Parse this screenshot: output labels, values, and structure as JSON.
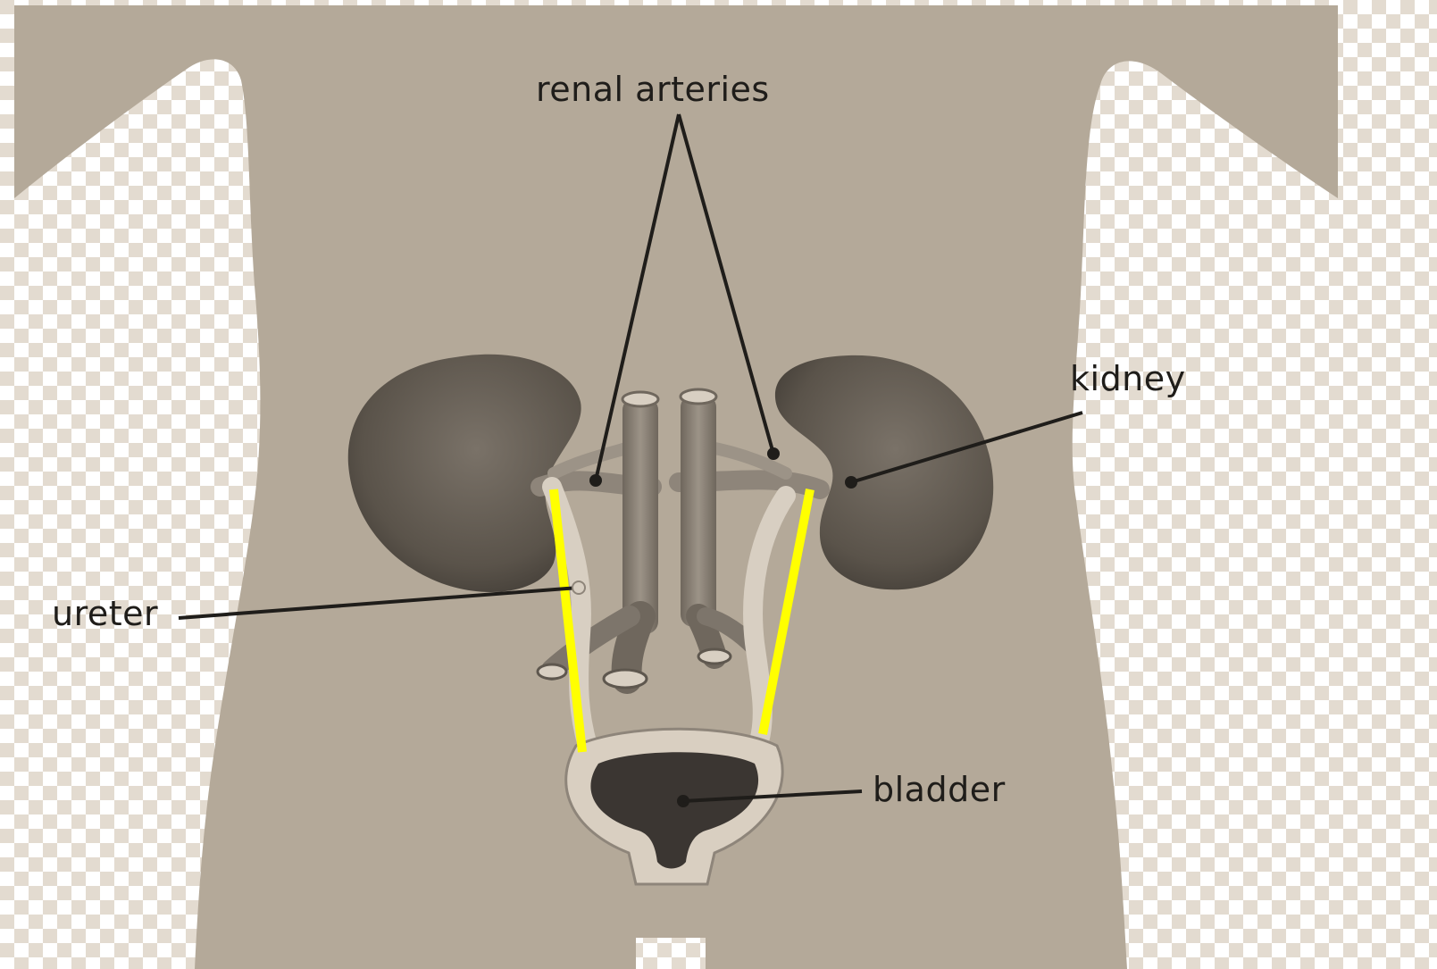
{
  "labels": {
    "renal_arteries": "renal arteries",
    "kidney": "kidney",
    "ureter": "ureter",
    "bladder": "bladder"
  },
  "colors": {
    "body": "#b4a999",
    "checker_light": "#ffffff",
    "checker_dark": "#e3dbd0",
    "kidney": "#5e574e",
    "vessel": "#8e857a",
    "ureter": "#d8cfc2",
    "bladder_wall": "#d9cfc1",
    "bladder_lumen": "#3b3632",
    "highlight": "#ffff00",
    "leader": "#1f1d1a"
  }
}
